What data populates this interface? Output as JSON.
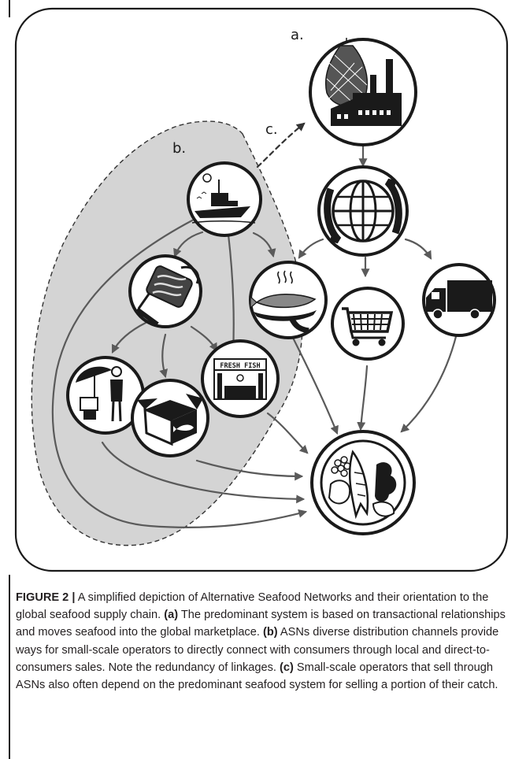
{
  "diagram": {
    "labels": {
      "a": "a.",
      "b": "b.",
      "c": "c."
    },
    "stall_sign": "FRESH FISH",
    "icons": {
      "processing_plant": "fish-processing-plant-icon",
      "globe": "global-trade-globe-icon",
      "boat": "fishing-boat-icon",
      "canning": "fish-canning-icon",
      "restaurant": "restaurant-dish-icon",
      "cart": "shopping-cart-icon",
      "truck": "delivery-truck-icon",
      "vendor": "street-vendor-icon",
      "box": "fish-box-icon",
      "stall": "fresh-fish-stall-icon",
      "plate": "seafood-plate-icon"
    },
    "colors": {
      "asn_region": "#d4d4d4",
      "stroke": "#1a1a1a",
      "arrow": "#5a5a5a"
    }
  },
  "caption": {
    "figure_label": "FIGURE 2 |",
    "intro": " A simplified depiction of Alternative Seafood Networks and their orientation to the global seafood supply chain. ",
    "a_label": "(a)",
    "a_text": " The predominant system is based on transactional relationships and moves seafood into the global marketplace. ",
    "b_label": "(b)",
    "b_text": " ASNs diverse distribution channels provide ways for small-scale operators to directly connect with consumers through local and direct-to-consumers sales. Note the redundancy of linkages. ",
    "c_label": "(c)",
    "c_text": " Small-scale operators that sell through ASNs also often depend on the predominant seafood system for selling a portion of their catch."
  }
}
